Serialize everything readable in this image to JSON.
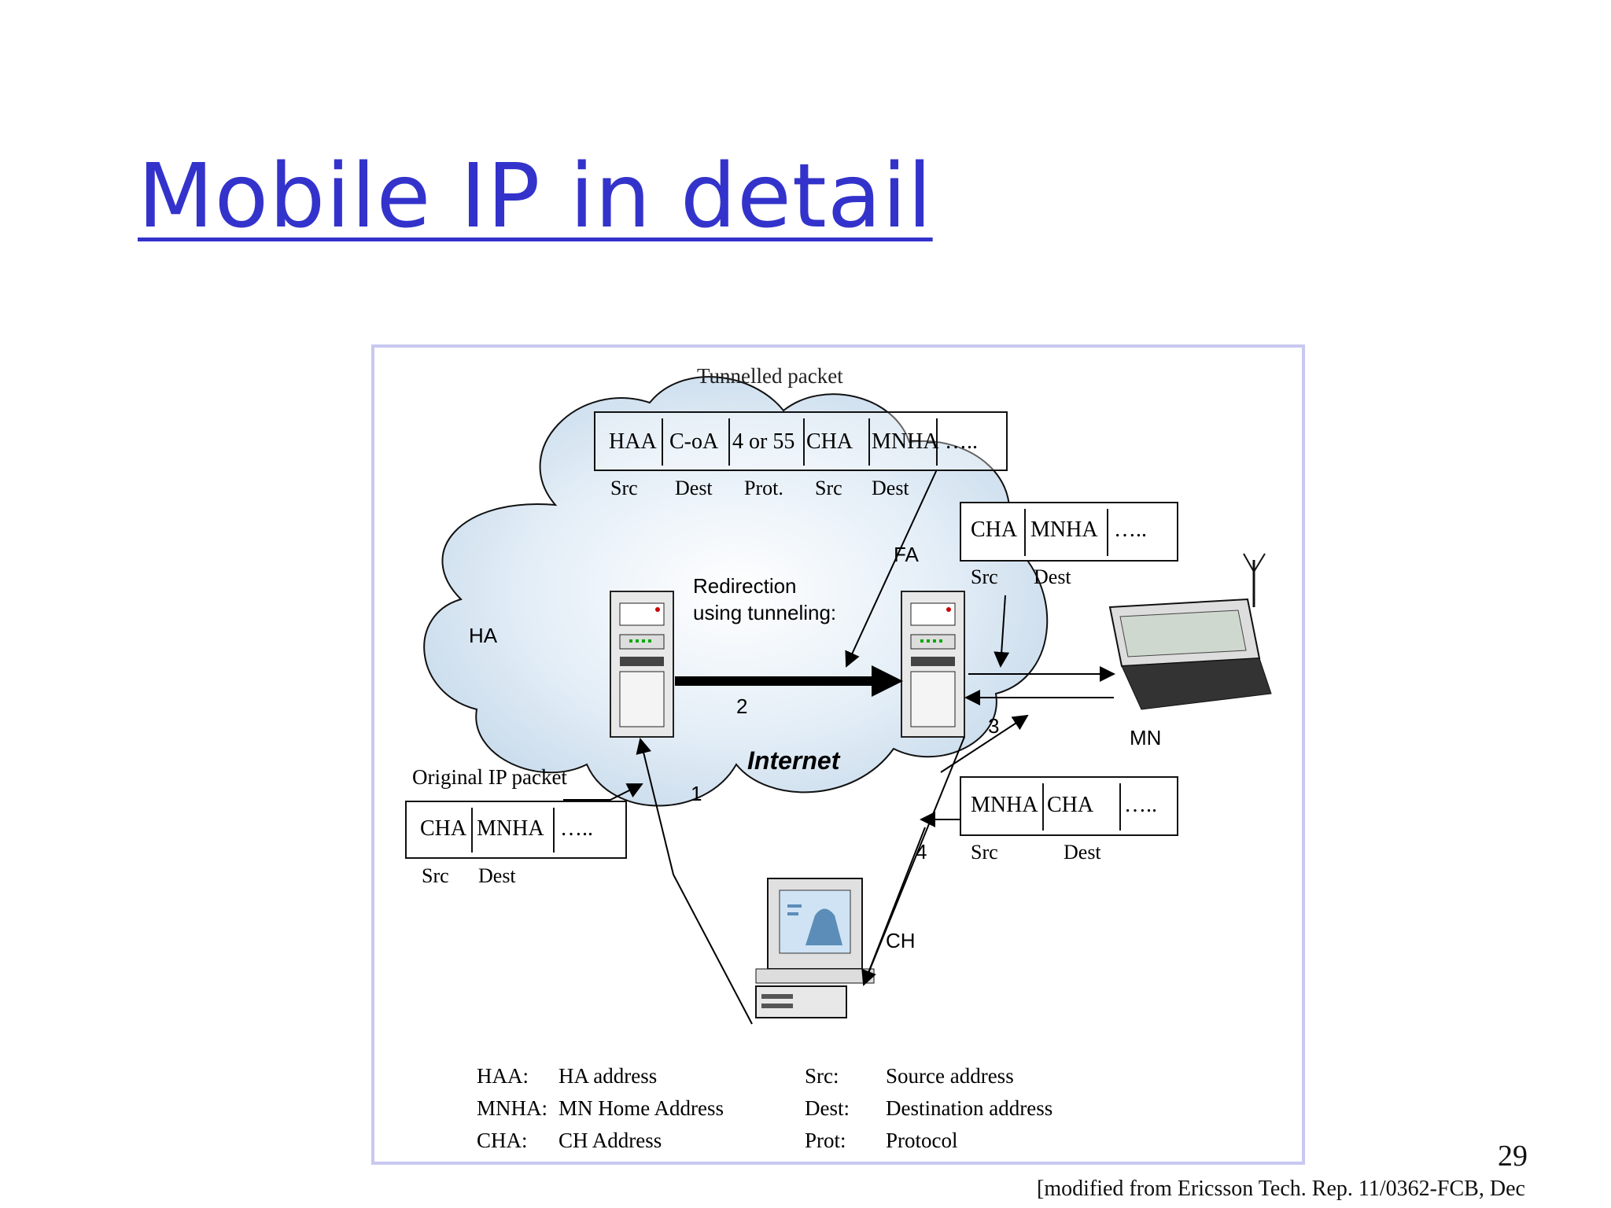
{
  "slide": {
    "title": "Mobile IP in detail",
    "page_number": "29",
    "credit": "[modified from Ericsson Tech. Rep. 11/0362-FCB, Dec"
  },
  "diagram": {
    "tunnelled_caption": "Tunnelled packet",
    "tunnelled_fields": [
      "HAA",
      "C-oA",
      "4 or 55",
      "CHA",
      "MNHA",
      "….."
    ],
    "tunnelled_labels": [
      "Src",
      "Dest",
      "Prot.",
      "Src",
      "Dest"
    ],
    "fa_packet_fields": [
      "CHA",
      "MNHA",
      "….."
    ],
    "fa_packet_labels": [
      "Src",
      "Dest"
    ],
    "original_caption": "Original IP packet",
    "original_fields": [
      "CHA",
      "MNHA",
      "….."
    ],
    "original_labels": [
      "Src",
      "Dest"
    ],
    "reply_fields": [
      "MNHA",
      "CHA",
      "….."
    ],
    "reply_labels": [
      "Src",
      "Dest"
    ],
    "nodes": {
      "ha": "HA",
      "fa": "FA",
      "mn": "MN",
      "ch": "CH"
    },
    "redirection_line1": "Redirection",
    "redirection_line2": "using tunneling:",
    "internet": "Internet",
    "steps": [
      "1",
      "2",
      "3",
      "4"
    ],
    "legend": [
      {
        "term": "HAA:",
        "desc": "HA address"
      },
      {
        "term": "MNHA:",
        "desc": "MN Home Address"
      },
      {
        "term": "CHA:",
        "desc": "CH Address"
      },
      {
        "term": "Src:",
        "desc": "Source address"
      },
      {
        "term": "Dest:",
        "desc": "Destination address"
      },
      {
        "term": "Prot:",
        "desc": "Protocol"
      }
    ],
    "colors": {
      "title": "#3333cc",
      "cloud": "#cfe0ef",
      "frame": "#c8c8f0"
    }
  }
}
